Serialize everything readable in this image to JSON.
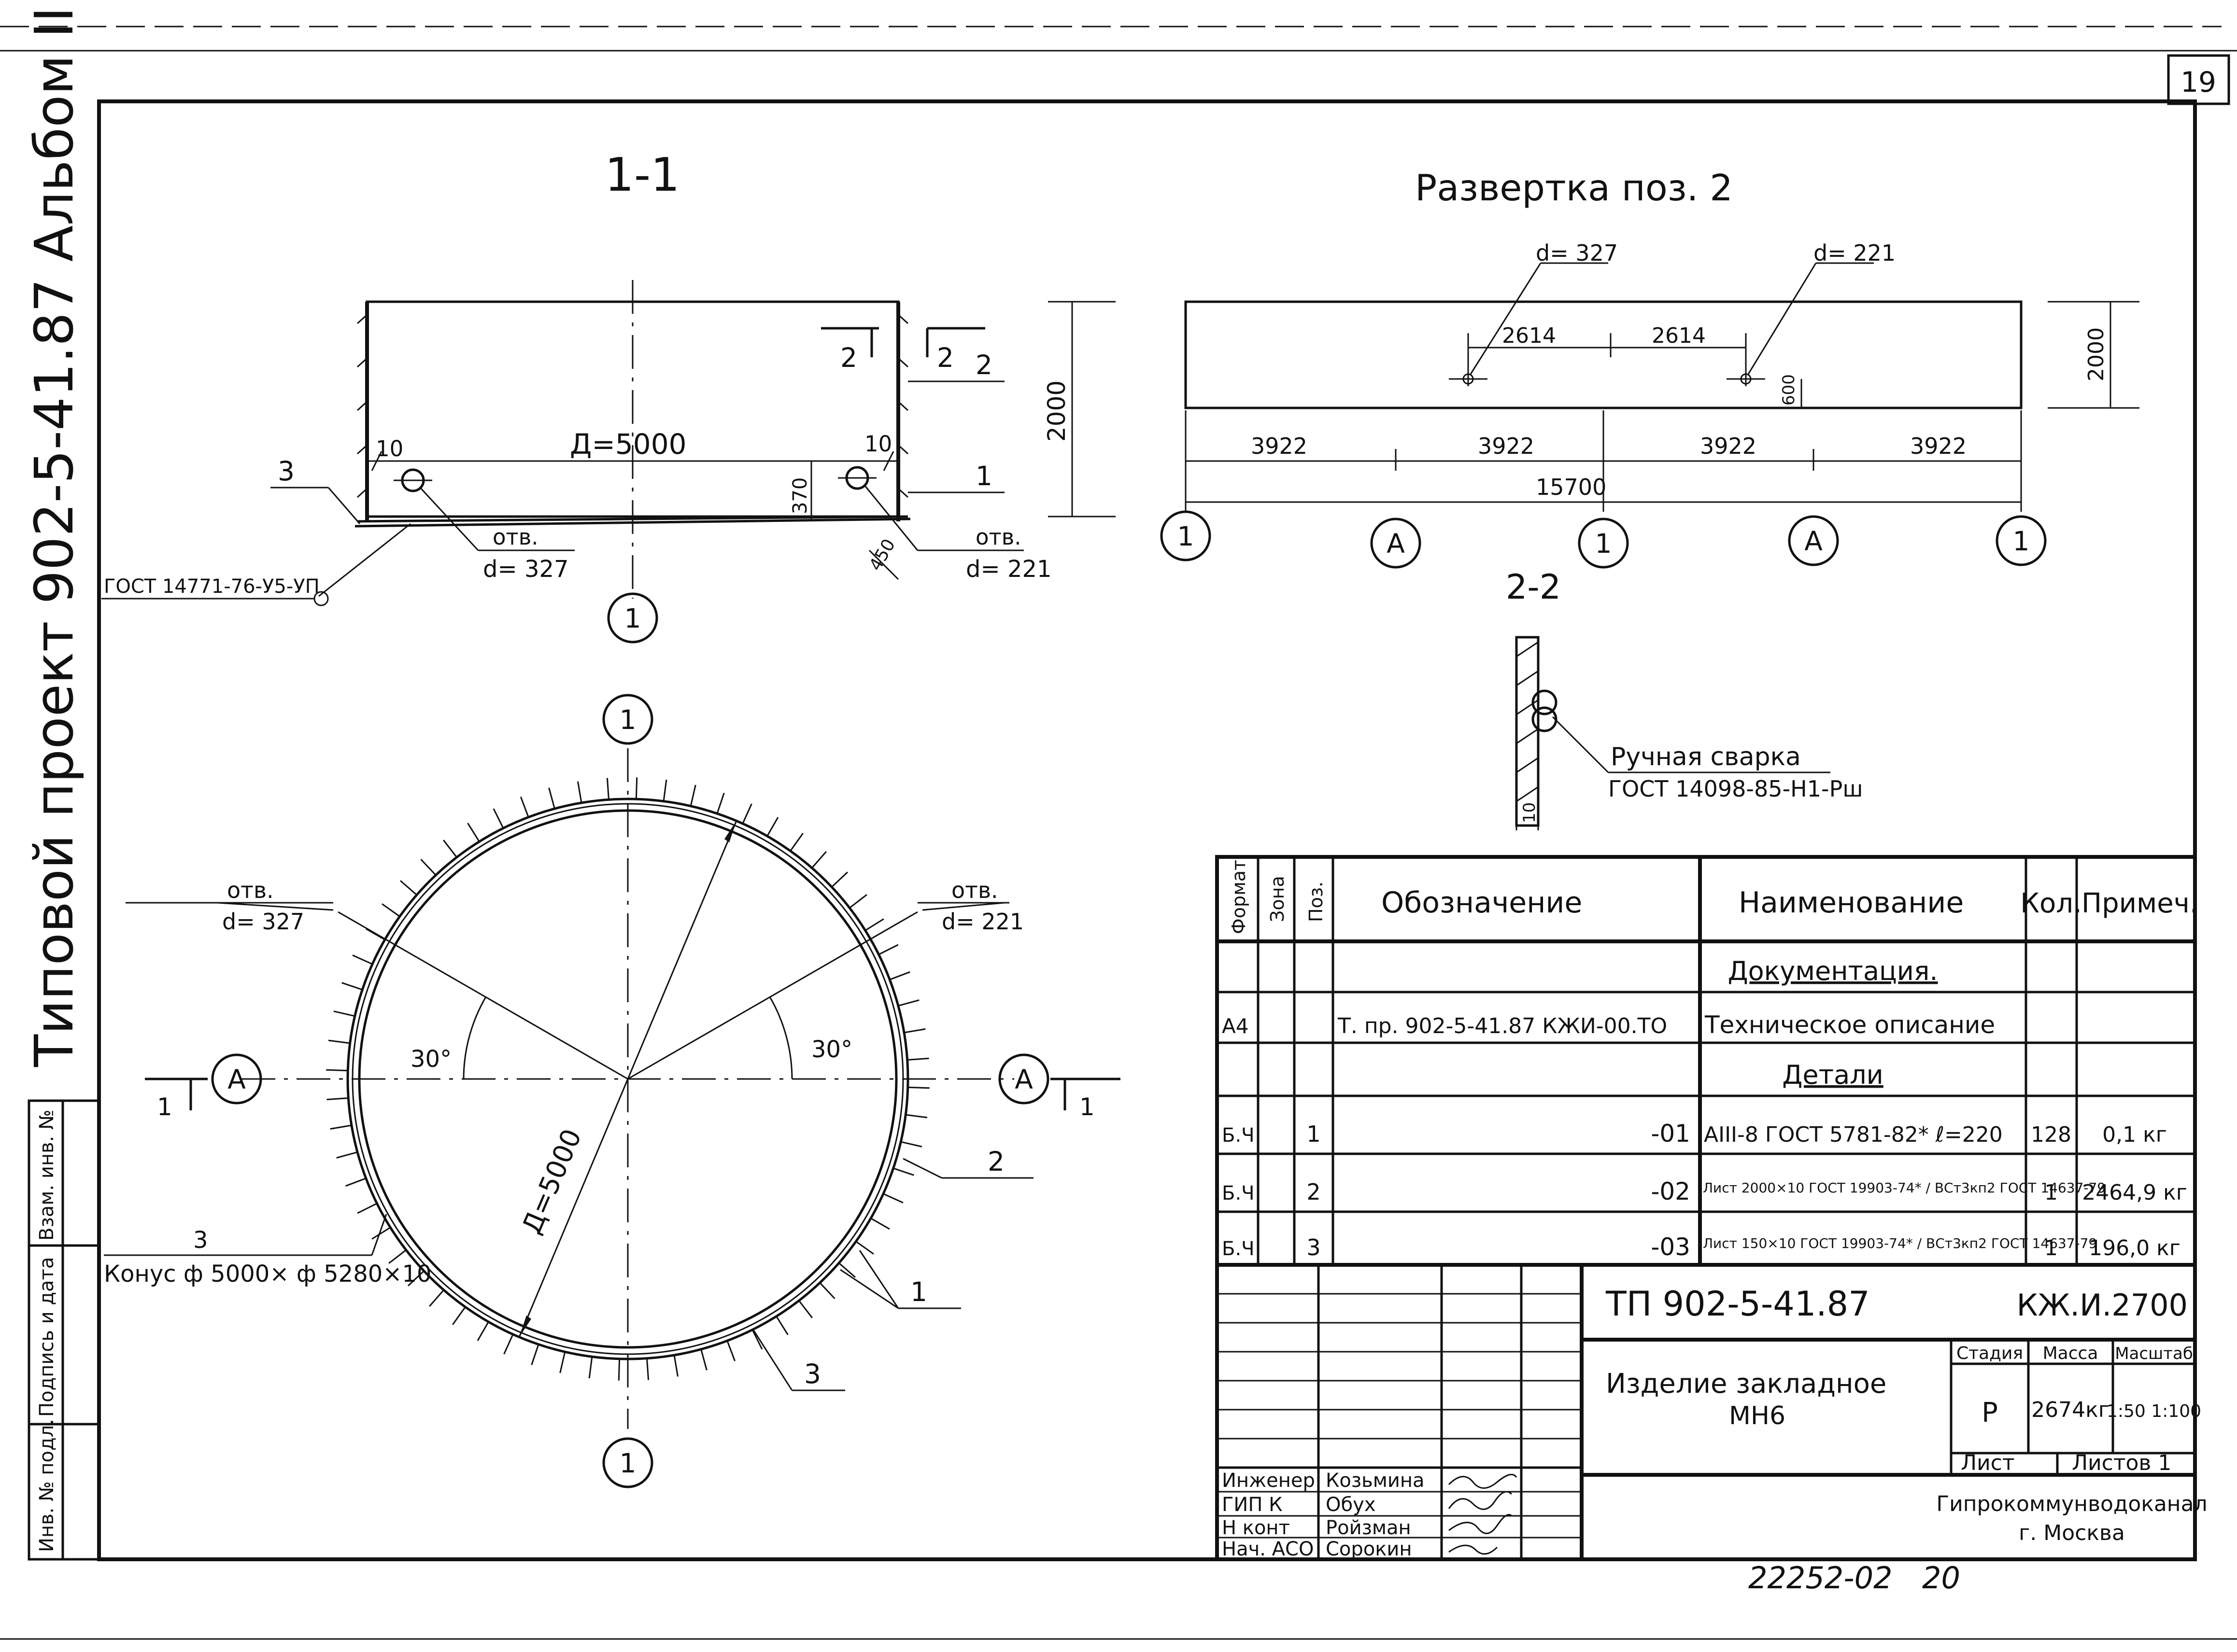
{
  "sheet": {
    "number": "19",
    "side_title": "Типовой проект 902-5-41.87 Альбом II",
    "side_stamp": [
      "Инв. № подл.",
      "Подпись и дата",
      "Взам. инв. №"
    ],
    "bottom_code": "22252-02",
    "bottom_page": "20"
  },
  "section_1_1": {
    "title": "1-1",
    "diameter": "Д=5000",
    "height": "2000",
    "left_offset": "10",
    "right_offset": "10",
    "dim_370": "370",
    "dim_450": "450",
    "cut_mark": "2",
    "pos_2": "2",
    "pos_1": "1",
    "pos_3": "3",
    "hole_left_label": "отв.",
    "hole_left_d": "d= 327",
    "hole_right_label": "отв.",
    "hole_right_d": "d= 221",
    "weld_spec": "ГОСТ 14771-76-У5-УП",
    "axis_mark": "1"
  },
  "development": {
    "title": "Развертка  поз. 2",
    "hole_d1": "d= 327",
    "hole_d2": "d= 221",
    "dim_2614a": "2614",
    "dim_2614b": "2614",
    "dim_600": "600",
    "height": "2000",
    "segments": [
      "3922",
      "3922",
      "3922",
      "3922"
    ],
    "total": "15700",
    "axis_marks": [
      "1",
      "А",
      "1",
      "А",
      "1"
    ]
  },
  "section_2_2": {
    "title": "2-2",
    "weld_label": "Ручная  сварка",
    "weld_spec": "ГОСТ 14098-85-Н1-Рш",
    "thickness": "10"
  },
  "plan": {
    "top_axis": "1",
    "bottom_axis": "1",
    "left_axis": "А",
    "right_axis": "А",
    "left_cut": "1",
    "right_cut": "1",
    "hole_left_label": "отв.",
    "hole_left_d": "d= 327",
    "hole_right_label": "отв.",
    "hole_right_d": "d= 221",
    "angle_left": "30°",
    "angle_right": "30°",
    "diameter": "Д=5000",
    "pos_2": "2",
    "pos_1": "1",
    "pos_3": "3",
    "cone_num": "3",
    "cone_label": "Конус ф 5000× ф 5280×10"
  },
  "spec": {
    "headers": [
      "Формат",
      "Зона",
      "Поз.",
      "Обозначение",
      "Наименование",
      "Кол.",
      "Примеч."
    ],
    "rows": [
      {
        "fmt": "",
        "zone": "",
        "pos": "",
        "des": "",
        "name": "Документация.",
        "qty": "",
        "note": ""
      },
      {
        "fmt": "А4",
        "zone": "",
        "pos": "",
        "des": "Т. пр. 902-5-41.87   КЖИ-00.ТО",
        "name": "Техническое  описание",
        "qty": "",
        "note": ""
      },
      {
        "fmt": "",
        "zone": "",
        "pos": "",
        "des": "",
        "name": "Детали",
        "qty": "",
        "note": ""
      },
      {
        "fmt": "Б.Ч",
        "zone": "",
        "pos": "1",
        "des": "-01",
        "name": "АIII-8 ГОСТ 5781-82* ℓ=220",
        "qty": "128",
        "note": "0,1 кг"
      },
      {
        "fmt": "Б.Ч",
        "zone": "",
        "pos": "2",
        "des": "-02",
        "name": "Лист 2000×10 ГОСТ 19903-74* / ВСт3кп2 ГОСТ 14637-79",
        "qty": "1",
        "note": "2464,9 кг"
      },
      {
        "fmt": "Б.Ч",
        "zone": "",
        "pos": "3",
        "des": "-03",
        "name": "Лист 150×10 ГОСТ 19903-74* / ВСт3кп2 ГОСТ 14637-79",
        "qty": "1",
        "note": "196,0 кг"
      }
    ]
  },
  "title_block": {
    "project": "ТП  902-5-41.87",
    "code": "КЖ.И.2700",
    "product": "Изделие   закладное",
    "product_code": "МН6",
    "stage_hdr": "Стадия",
    "mass_hdr": "Масса",
    "scale_hdr": "Масштаб",
    "stage": "Р",
    "mass": "2674кг",
    "scale": "1:50  1:100",
    "sheet_hdr": "Лист",
    "sheets_hdr": "Листов  1",
    "org": "Гипрокоммунводоканал",
    "city": "г. Москва",
    "people": [
      {
        "role": "Инженер",
        "name": "Козьмина"
      },
      {
        "role": "ГИП  К",
        "name": "Обух"
      },
      {
        "role": "Н  конт",
        "name": "Ройзман"
      },
      {
        "role": "Нач. АСО",
        "name": "Сорокин"
      }
    ]
  }
}
